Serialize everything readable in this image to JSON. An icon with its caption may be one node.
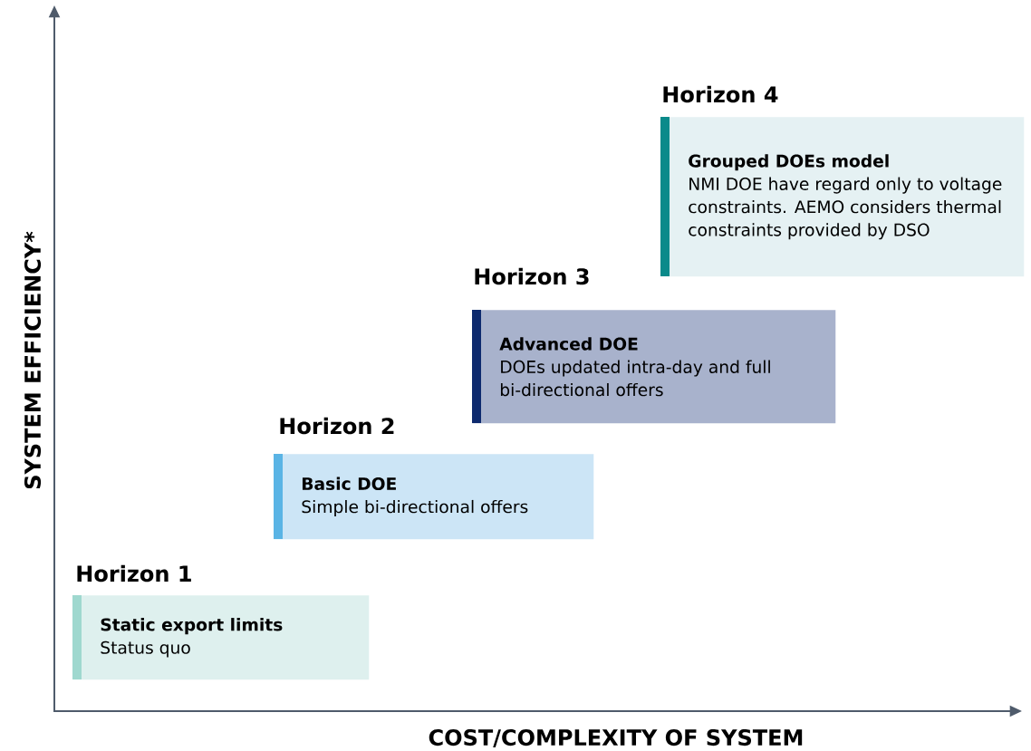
{
  "diagram": {
    "nodes": [
      {
        "text": [
          "Horizon 1",
          "Static export limits",
          "Status quo"
        ]
      },
      {
        "text": [
          "Horizon 2",
          "Basic DOE",
          "Simple bi-directional offers"
        ]
      },
      {
        "text": [
          "Horizon 3",
          "Advanced DOE",
          "DOEs updated intra-day and full bi-directional offers"
        ]
      },
      {
        "text": [
          "Horizon 4",
          "Grouped DOEs model",
          "NMI DOE have regard only to voltage constraints. AEMO considers thermal constraints provided by DSO"
        ]
      }
    ],
    "labels": [
      "SYSTEM EFFICIENCY*",
      "COST/COMPLEXITY OF SYSTEM"
    ]
  }
}
